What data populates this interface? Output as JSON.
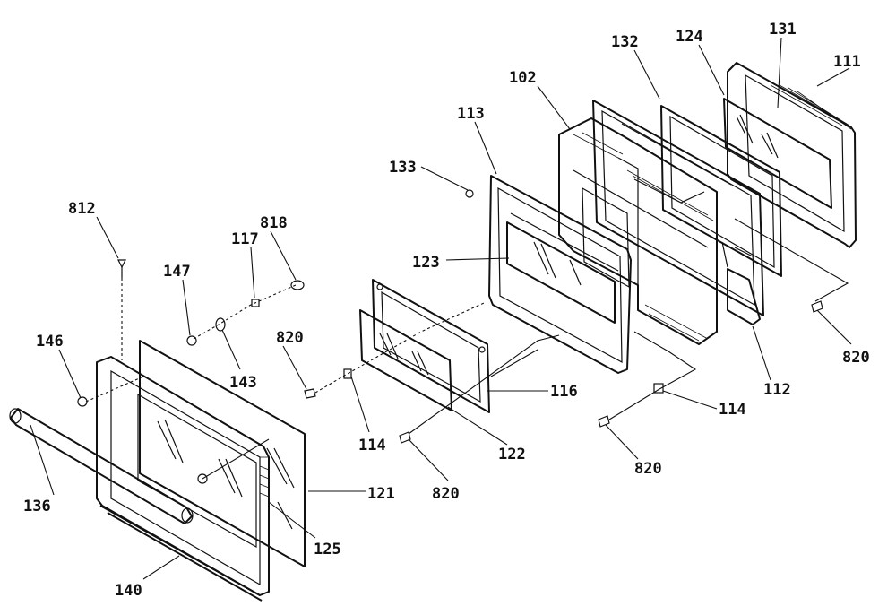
{
  "callouts": [
    {
      "id": "c111",
      "text": "111"
    },
    {
      "id": "c131",
      "text": "131"
    },
    {
      "id": "c124",
      "text": "124"
    },
    {
      "id": "c132",
      "text": "132"
    },
    {
      "id": "c102",
      "text": "102"
    },
    {
      "id": "c113",
      "text": "113"
    },
    {
      "id": "c133",
      "text": "133"
    },
    {
      "id": "c123",
      "text": "123"
    },
    {
      "id": "c812",
      "text": "812"
    },
    {
      "id": "c818",
      "text": "818"
    },
    {
      "id": "c117",
      "text": "117"
    },
    {
      "id": "c147",
      "text": "147"
    },
    {
      "id": "c146",
      "text": "146"
    },
    {
      "id": "c143",
      "text": "143"
    },
    {
      "id": "c820a",
      "text": "820"
    },
    {
      "id": "c820b",
      "text": "820"
    },
    {
      "id": "c112",
      "text": "112"
    },
    {
      "id": "c116",
      "text": "116"
    },
    {
      "id": "c114a",
      "text": "114"
    },
    {
      "id": "c114b",
      "text": "114"
    },
    {
      "id": "c820c",
      "text": "820"
    },
    {
      "id": "c820d",
      "text": "820"
    },
    {
      "id": "c122",
      "text": "122"
    },
    {
      "id": "c121",
      "text": "121"
    },
    {
      "id": "c136",
      "text": "136"
    },
    {
      "id": "c125",
      "text": "125"
    },
    {
      "id": "c140",
      "text": "140"
    }
  ]
}
